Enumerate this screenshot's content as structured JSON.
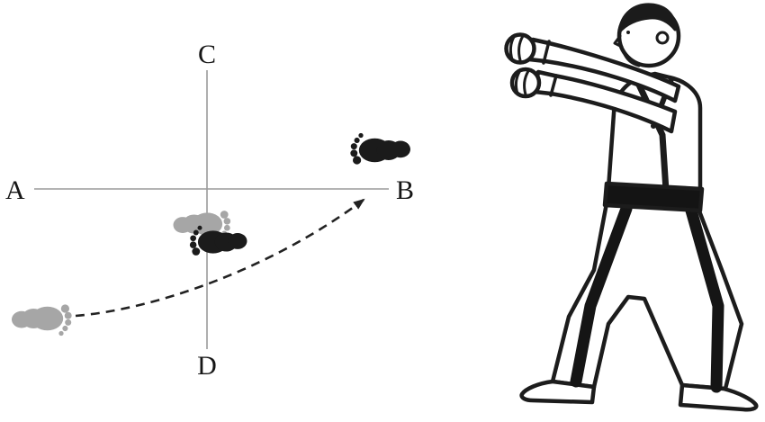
{
  "diagram": {
    "labels": {
      "left": "A",
      "right": "B",
      "top": "C",
      "bottom": "D"
    },
    "colors": {
      "axis": "#9b9b9b",
      "foot_gray": "#a6a6a6",
      "foot_black": "#1b1b1b",
      "arrow": "#222222",
      "ink": "#1c1c1c"
    },
    "footprints": [
      {
        "id": "start-foot-gray",
        "color": "gray"
      },
      {
        "id": "mid-foot-gray",
        "color": "gray"
      },
      {
        "id": "mid-foot-black",
        "color": "black"
      },
      {
        "id": "end-foot-black",
        "color": "black"
      }
    ],
    "arrow_style": "dashed"
  },
  "illustration": {
    "name": "martial-artist-front-stance-double-arm-block"
  }
}
